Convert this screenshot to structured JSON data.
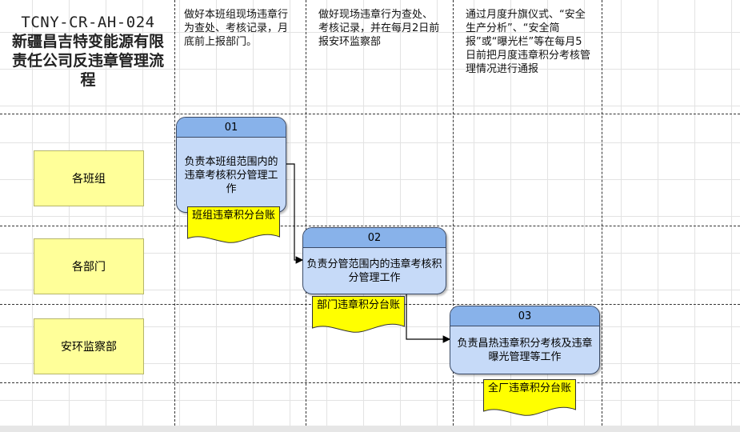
{
  "title": {
    "code": "TCNY-CR-AH-024",
    "name": "新疆昌吉特变能源有限责任公司反违章管理流程"
  },
  "columns": [
    {
      "note": "做好本班组现场违章行为查处、考核记录，月底前上报部门。"
    },
    {
      "note": "做好现场违章行为查处、考核记录，并在每月2日前报安环监察部"
    },
    {
      "note": "通过月度升旗仪式、“安全生产分析”、“安全简报”或“曝光栏”等在每月5日前把月度违章积分考核管理情况进行通报"
    }
  ],
  "lanes": [
    "各班组",
    "各部门",
    "安环监察部"
  ],
  "steps": [
    {
      "id": "01",
      "text": "负责本班组范围内的违章考核积分管理工作",
      "doc": "班组违章积分台账"
    },
    {
      "id": "02",
      "text": "负责分管范围内的违章考核积分管理工作",
      "doc": "部门违章积分台账"
    },
    {
      "id": "03",
      "text": "负责昌热违章积分考核及违章曝光管理等工作",
      "doc": "全厂违章积分台账"
    }
  ],
  "colors": {
    "lane_fill": "#ffff99",
    "process_fill": "#c6daf8",
    "process_header": "#88b2ea",
    "document_fill": "#ffff00"
  }
}
